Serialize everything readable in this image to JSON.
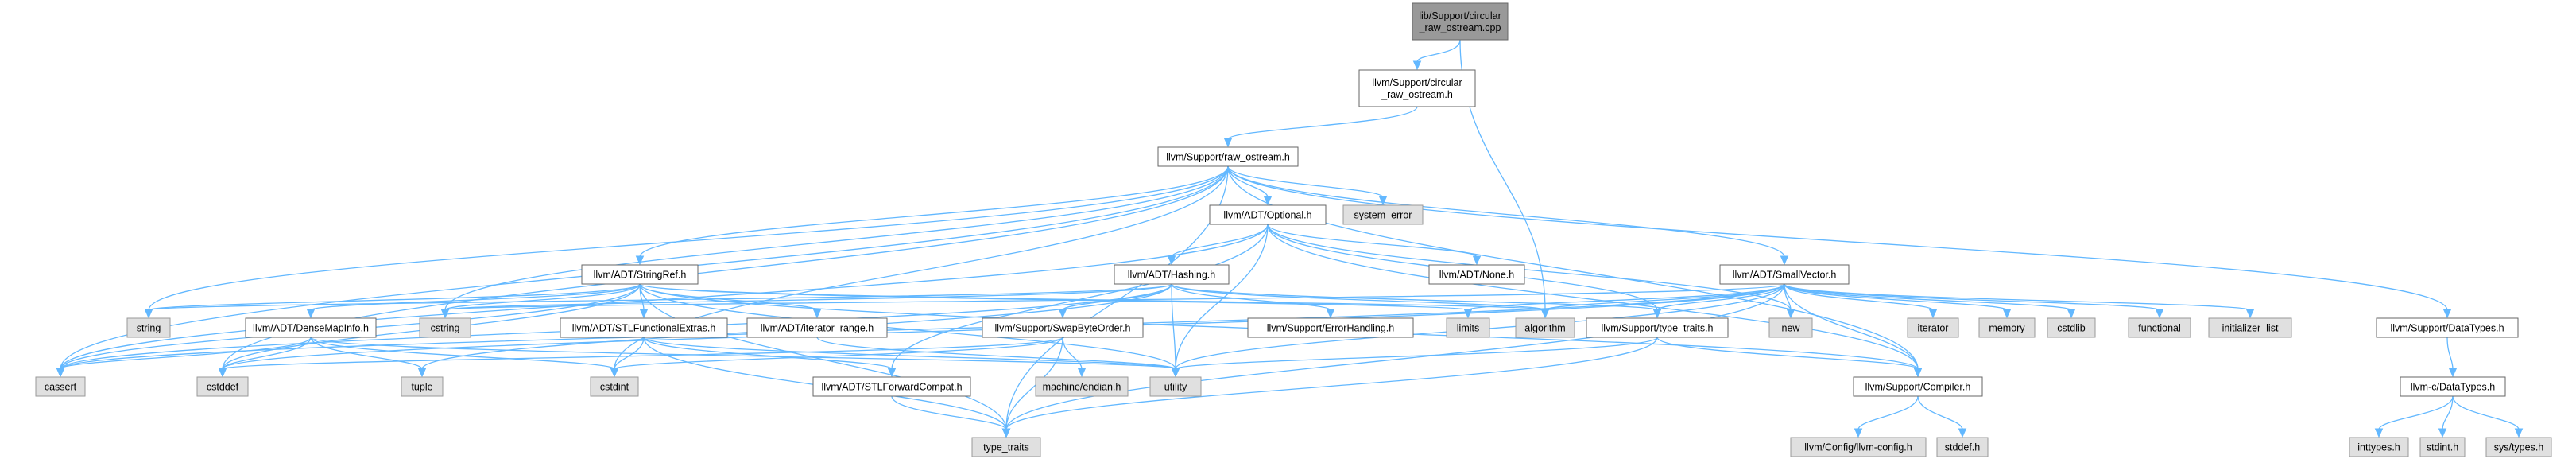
{
  "diagram": {
    "kind": "include-dependency-graph",
    "colors": {
      "edge": "#63b8ff",
      "root_fill": "#999999",
      "system_header_fill": "#e0e0e0",
      "local_header_fill": "#ffffff",
      "border": "#666666"
    },
    "nodes": [
      {
        "id": "root",
        "label": "lib/Support/circular\n_raw_ostream.cpp",
        "kind": "root"
      },
      {
        "id": "crh",
        "label": "llvm/Support/circular\n_raw_ostream.h",
        "kind": "local"
      },
      {
        "id": "raw",
        "label": "llvm/Support/raw_ostream.h",
        "kind": "local"
      },
      {
        "id": "opt",
        "label": "llvm/ADT/Optional.h",
        "kind": "local"
      },
      {
        "id": "syserr",
        "label": "system_error",
        "kind": "system"
      },
      {
        "id": "sref",
        "label": "llvm/ADT/StringRef.h",
        "kind": "local"
      },
      {
        "id": "hash",
        "label": "llvm/ADT/Hashing.h",
        "kind": "local"
      },
      {
        "id": "none",
        "label": "llvm/ADT/None.h",
        "kind": "local"
      },
      {
        "id": "svec",
        "label": "llvm/ADT/SmallVector.h",
        "kind": "local"
      },
      {
        "id": "string",
        "label": "string",
        "kind": "system"
      },
      {
        "id": "cstring",
        "label": "cstring",
        "kind": "system"
      },
      {
        "id": "dmi",
        "label": "llvm/ADT/DenseMapInfo.h",
        "kind": "local"
      },
      {
        "id": "stlfe",
        "label": "llvm/ADT/STLFunctionalExtras.h",
        "kind": "local"
      },
      {
        "id": "itr",
        "label": "llvm/ADT/iterator_range.h",
        "kind": "local"
      },
      {
        "id": "sbo",
        "label": "llvm/Support/SwapByteOrder.h",
        "kind": "local"
      },
      {
        "id": "eh",
        "label": "llvm/Support/ErrorHandling.h",
        "kind": "local"
      },
      {
        "id": "limits",
        "label": "limits",
        "kind": "system"
      },
      {
        "id": "algorithm",
        "label": "algorithm",
        "kind": "system"
      },
      {
        "id": "tt",
        "label": "llvm/Support/type_traits.h",
        "kind": "local"
      },
      {
        "id": "new",
        "label": "new",
        "kind": "system"
      },
      {
        "id": "iterator",
        "label": "iterator",
        "kind": "system"
      },
      {
        "id": "memory",
        "label": "memory",
        "kind": "system"
      },
      {
        "id": "cstdlib",
        "label": "cstdlib",
        "kind": "system"
      },
      {
        "id": "functional",
        "label": "functional",
        "kind": "system"
      },
      {
        "id": "initlist",
        "label": "initializer_list",
        "kind": "system"
      },
      {
        "id": "dt",
        "label": "llvm/Support/DataTypes.h",
        "kind": "local"
      },
      {
        "id": "cassert",
        "label": "cassert",
        "kind": "system"
      },
      {
        "id": "cstddef",
        "label": "cstddef",
        "kind": "system"
      },
      {
        "id": "tuple",
        "label": "tuple",
        "kind": "system"
      },
      {
        "id": "cstdint",
        "label": "cstdint",
        "kind": "system"
      },
      {
        "id": "stlfc",
        "label": "llvm/ADT/STLForwardCompat.h",
        "kind": "local"
      },
      {
        "id": "me",
        "label": "machine/endian.h",
        "kind": "system"
      },
      {
        "id": "utility",
        "label": "utility",
        "kind": "system"
      },
      {
        "id": "comp",
        "label": "llvm/Support/Compiler.h",
        "kind": "local"
      },
      {
        "id": "cdt",
        "label": "llvm-c/DataTypes.h",
        "kind": "local"
      },
      {
        "id": "typetraits",
        "label": "type_traits",
        "kind": "system"
      },
      {
        "id": "cfg",
        "label": "llvm/Config/llvm-config.h",
        "kind": "system"
      },
      {
        "id": "stddef",
        "label": "stddef.h",
        "kind": "system"
      },
      {
        "id": "inttypes",
        "label": "inttypes.h",
        "kind": "system"
      },
      {
        "id": "stdint",
        "label": "stdint.h",
        "kind": "system"
      },
      {
        "id": "systypes",
        "label": "sys/types.h",
        "kind": "system"
      }
    ],
    "edges": [
      [
        "root",
        "crh"
      ],
      [
        "root",
        "algorithm"
      ],
      [
        "crh",
        "raw"
      ],
      [
        "raw",
        "opt"
      ],
      [
        "raw",
        "syserr"
      ],
      [
        "raw",
        "sref"
      ],
      [
        "raw",
        "svec"
      ],
      [
        "raw",
        "dt"
      ],
      [
        "raw",
        "cassert"
      ],
      [
        "raw",
        "cstddef"
      ],
      [
        "raw",
        "cstdint"
      ],
      [
        "raw",
        "string"
      ],
      [
        "raw",
        "typetraits"
      ],
      [
        "raw",
        "comp"
      ],
      [
        "raw",
        "cstring"
      ],
      [
        "opt",
        "hash"
      ],
      [
        "opt",
        "none"
      ],
      [
        "opt",
        "comp"
      ],
      [
        "opt",
        "tt"
      ],
      [
        "opt",
        "stlfc"
      ],
      [
        "opt",
        "cassert"
      ],
      [
        "opt",
        "new"
      ],
      [
        "opt",
        "utility"
      ],
      [
        "sref",
        "dmi"
      ],
      [
        "sref",
        "stlfe"
      ],
      [
        "sref",
        "itr"
      ],
      [
        "sref",
        "comp"
      ],
      [
        "sref",
        "algorithm"
      ],
      [
        "sref",
        "cassert"
      ],
      [
        "sref",
        "cstddef"
      ],
      [
        "sref",
        "cstring"
      ],
      [
        "sref",
        "limits"
      ],
      [
        "sref",
        "string"
      ],
      [
        "sref",
        "typetraits"
      ],
      [
        "sref",
        "utility"
      ],
      [
        "hash",
        "eh"
      ],
      [
        "hash",
        "sbo"
      ],
      [
        "hash",
        "tt"
      ],
      [
        "hash",
        "algorithm"
      ],
      [
        "hash",
        "cassert"
      ],
      [
        "hash",
        "cstring"
      ],
      [
        "hash",
        "string"
      ],
      [
        "hash",
        "tuple"
      ],
      [
        "hash",
        "utility"
      ],
      [
        "svec",
        "comp"
      ],
      [
        "svec",
        "tt"
      ],
      [
        "svec",
        "algorithm"
      ],
      [
        "svec",
        "cassert"
      ],
      [
        "svec",
        "cstddef"
      ],
      [
        "svec",
        "cstdlib"
      ],
      [
        "svec",
        "cstring"
      ],
      [
        "svec",
        "functional"
      ],
      [
        "svec",
        "initlist"
      ],
      [
        "svec",
        "iterator"
      ],
      [
        "svec",
        "limits"
      ],
      [
        "svec",
        "memory"
      ],
      [
        "svec",
        "new"
      ],
      [
        "svec",
        "typetraits"
      ],
      [
        "svec",
        "utility"
      ],
      [
        "dmi",
        "cassert"
      ],
      [
        "dmi",
        "cstddef"
      ],
      [
        "dmi",
        "cstdint"
      ],
      [
        "dmi",
        "tuple"
      ],
      [
        "dmi",
        "utility"
      ],
      [
        "stlfe",
        "stlfc"
      ],
      [
        "stlfe",
        "cstdint"
      ],
      [
        "stlfe",
        "typetraits"
      ],
      [
        "stlfe",
        "utility"
      ],
      [
        "itr",
        "utility"
      ],
      [
        "sbo",
        "cstddef"
      ],
      [
        "sbo",
        "cstdint"
      ],
      [
        "sbo",
        "typetraits"
      ],
      [
        "sbo",
        "me"
      ],
      [
        "tt",
        "comp"
      ],
      [
        "tt",
        "typetraits"
      ],
      [
        "tt",
        "utility"
      ],
      [
        "stlfc",
        "typetraits"
      ],
      [
        "comp",
        "cfg"
      ],
      [
        "comp",
        "stddef"
      ],
      [
        "dt",
        "cdt"
      ],
      [
        "cdt",
        "inttypes"
      ],
      [
        "cdt",
        "stdint"
      ],
      [
        "cdt",
        "systypes"
      ]
    ]
  }
}
